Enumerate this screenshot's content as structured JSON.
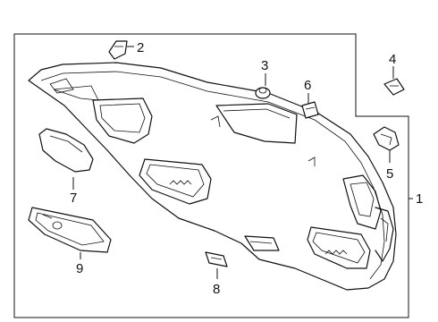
{
  "callouts": {
    "c1": "1",
    "c2": "2",
    "c3": "3",
    "c4": "4",
    "c5": "5",
    "c6": "6",
    "c7": "7",
    "c8": "8",
    "c9": "9"
  },
  "line_color": "#111111",
  "background": "#ffffff"
}
